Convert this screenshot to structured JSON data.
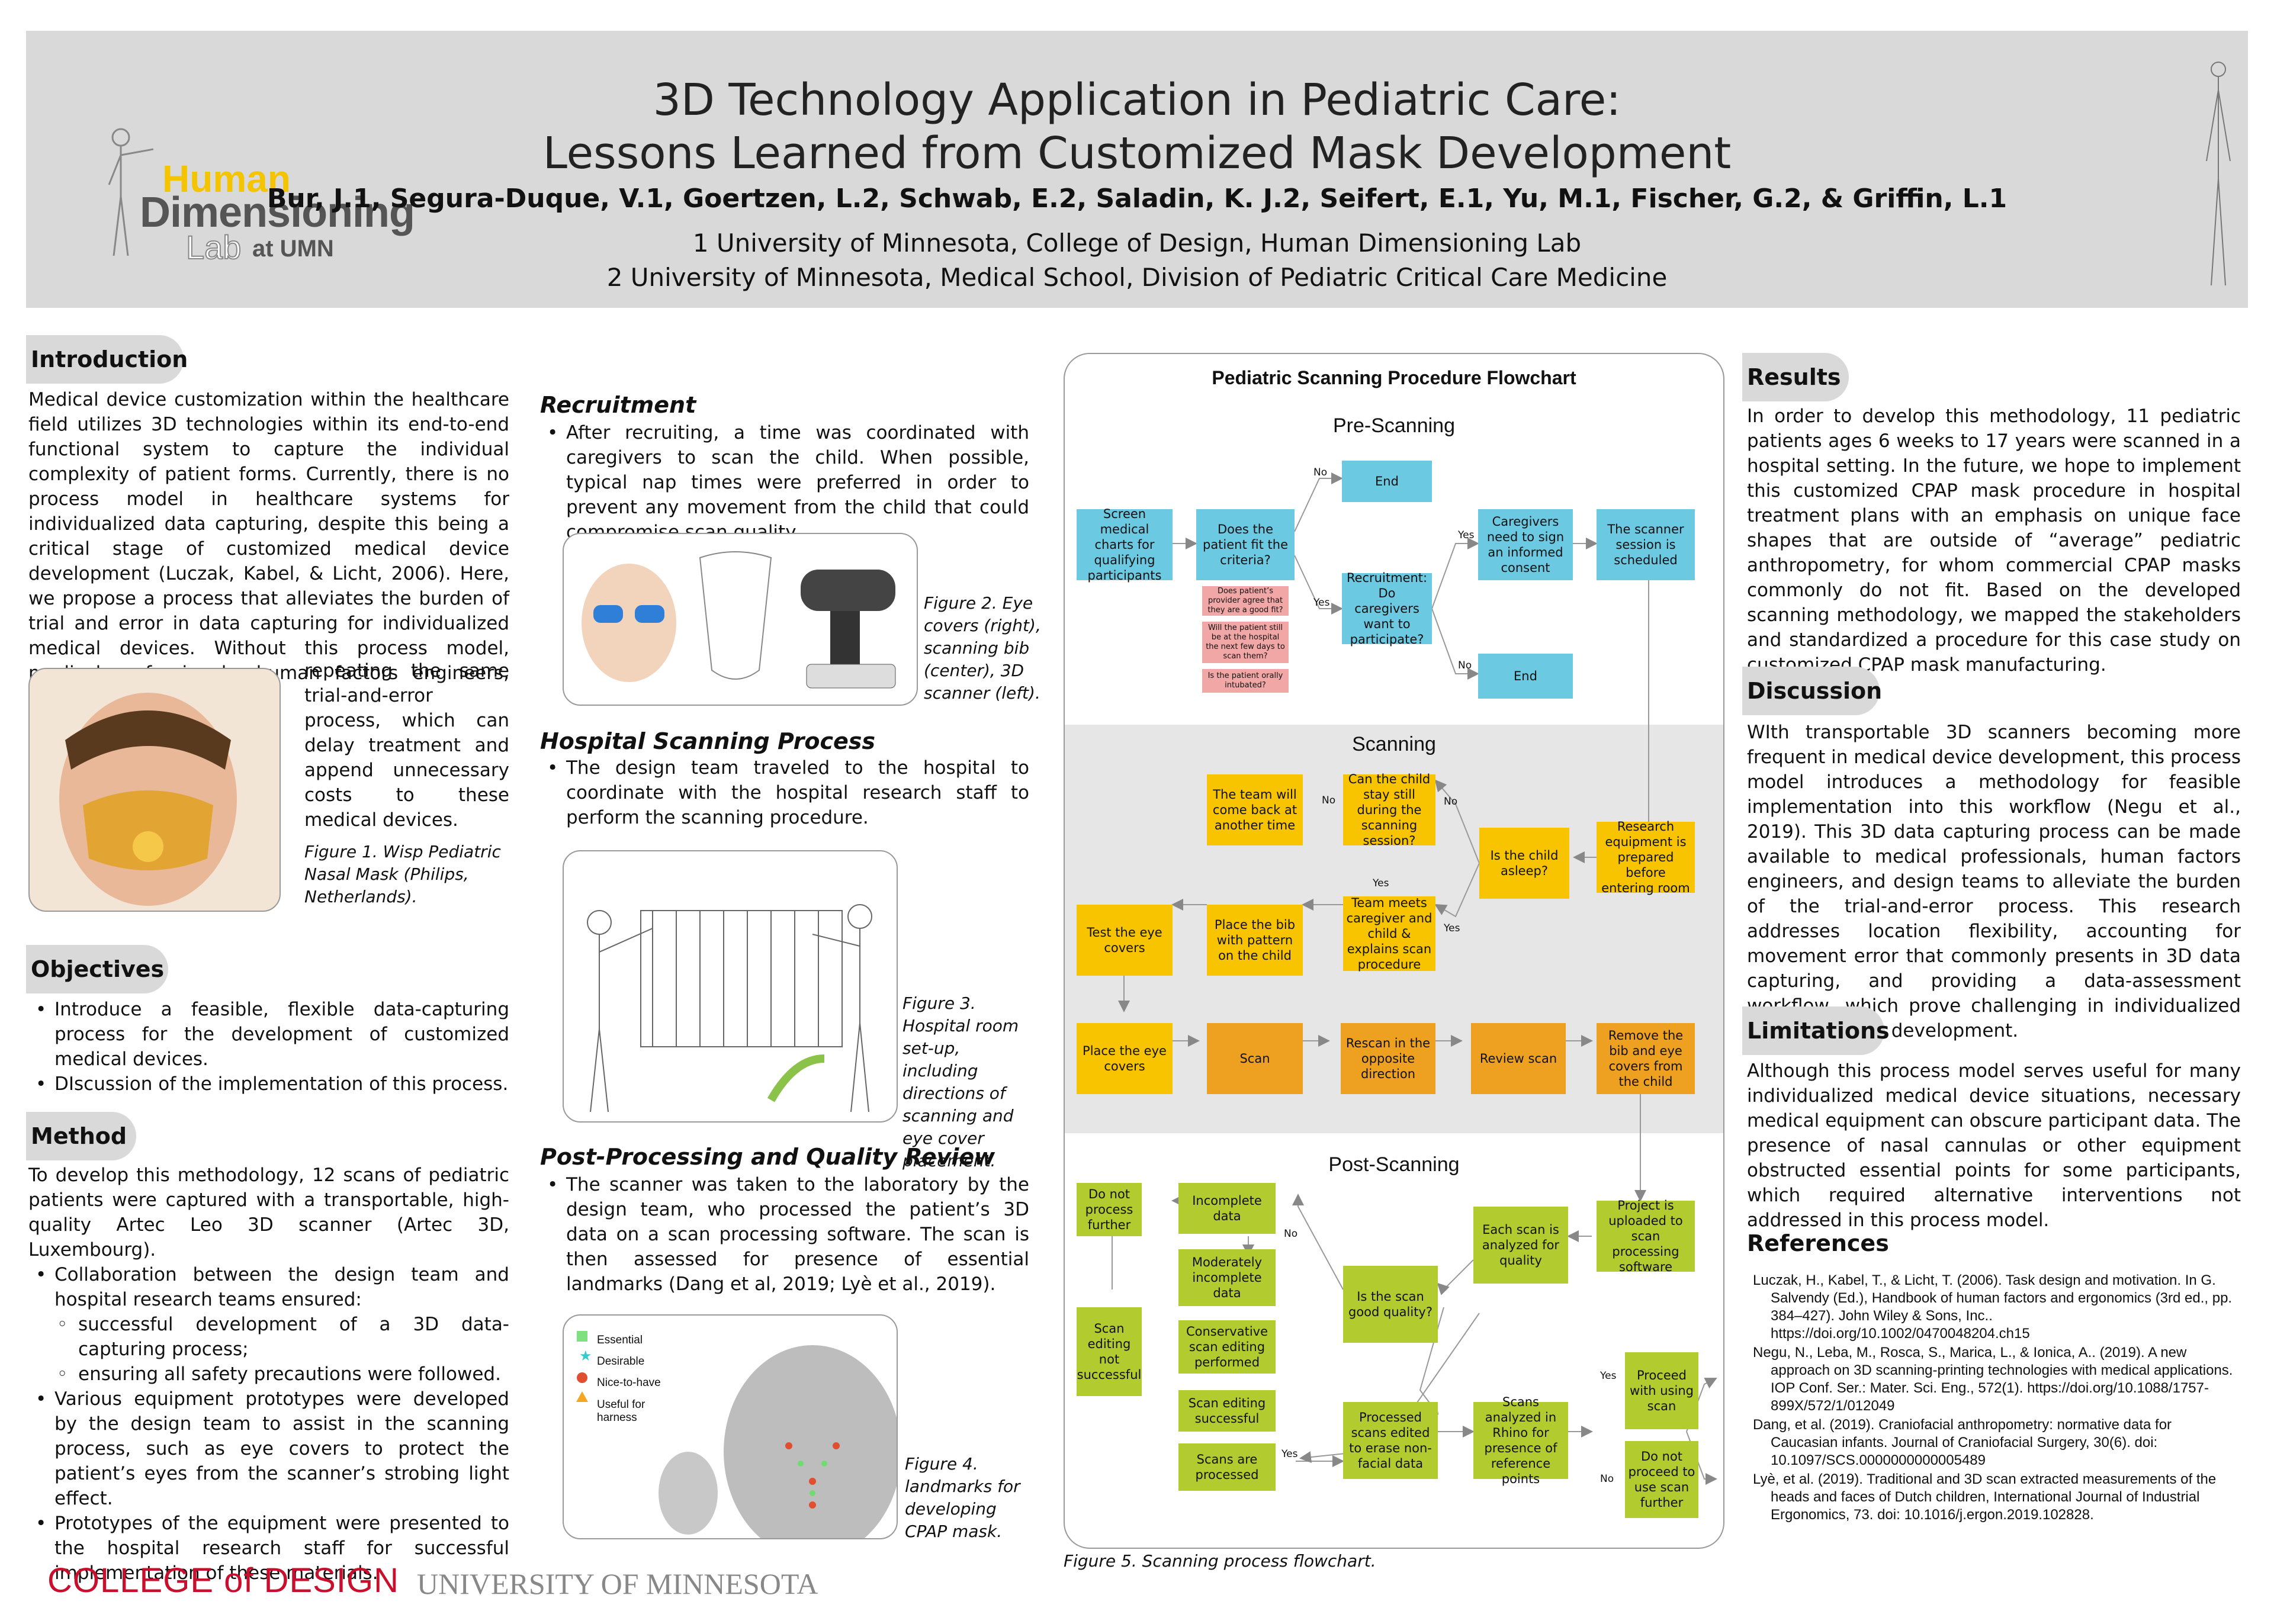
{
  "header": {
    "title_line1": "3D Technology Application in Pediatric Care:",
    "title_line2": "Lessons Learned from Customized Mask Development",
    "authors": "Bur, J.1, Segura-Duque, V.1, Goertzen, L.2, Schwab, E.2, Saladin, K. J.2, Seifert, E.1, Yu, M.1, Fischer, G.2, & Griffin, L.1",
    "affiliation1": "1 University of Minnesota, College of Design, Human Dimensioning Lab",
    "affiliation2": "2 University of Minnesota, Medical School, Division of Pediatric Critical Care Medicine",
    "logo": {
      "line1": "Human",
      "line2": "Dimensioning",
      "line3": "Lab",
      "line4": "at UMN"
    }
  },
  "intro": {
    "heading": "Introduction",
    "text_top": "Medical device customization within the healthcare field utilizes 3D technologies within its end-to-end functional system to capture the individual complexity of patient forms. Currently, there is no process model in healthcare systems for individualized data capturing, despite this being a critical stage of customized medical device development (Luczak, Kabel, & Licht, 2006). Here, we propose a process that alleviates the burden of trial and error in data capturing for individualized medical devices. Without this process model, medical professionals, human factors engineers, and design teams are left",
    "text_right": "repeating the same trial-and-error process, which can delay treatment and append unnecessary costs to these medical devices.",
    "fig1_caption": "Figure 1. Wisp Pediatric Nasal Mask (Philips, Netherlands)."
  },
  "objectives": {
    "heading": "Objectives",
    "items": [
      "Introduce a feasible, flexible data-capturing process for the development of customized medical devices.",
      "DIscussion of the implementation of this process."
    ]
  },
  "method": {
    "heading": "Method",
    "text": "To develop this methodology, 12 scans of pediatric patients were captured with a transportable, high-quality Artec Leo 3D scanner (Artec 3D, Luxembourg).",
    "b1": "Collaboration between the design team and hospital research teams ensured:",
    "s1": "successful development of a 3D data-capturing process;",
    "s2": "ensuring all safety precautions were followed.",
    "b2": "Various equipment prototypes were developed by the design team to assist in the scanning process, such as eye covers to protect the patient’s eyes from the scanner’s strobing light effect.",
    "b3": "Prototypes of the equipment were presented to the hospital research staff for successful implementation of these materials."
  },
  "recruit": {
    "heading": "Recruitment",
    "item": "After recruiting, a time was coordinated with caregivers to scan the child. When possible, typical nap times were preferred in order to prevent any movement from the child that could compromise scan quality.",
    "fig2": "Figure 2. Eye covers (right), scanning bib (center), 3D scanner (left)."
  },
  "hospital": {
    "heading": "Hospital Scanning Process",
    "item": "The design team traveled to the hospital to coordinate with the hospital research staff to perform the scanning procedure.",
    "fig3": "Figure 3. Hospital room set-up, including directions of scanning and eye cover placement."
  },
  "post": {
    "heading": "Post-Processing and Quality Review",
    "item": "The scanner was taken to the laboratory by the design team, who processed the patient’s 3D data on a scan processing software. The scan is then assessed for presence of essential landmarks (Dang et al, 2019; Lyè et al., 2019).",
    "fig4": "Figure 4. landmarks for developing CPAP mask.",
    "legend": [
      "Essential",
      "Desirable",
      "Nice-to-have",
      "Useful for harness"
    ]
  },
  "flow": {
    "title": "Pediatric Scanning Procedure Flowchart",
    "pre": "Pre-Scanning",
    "scan": "Scanning",
    "postscan": "Post-Scanning",
    "caption": "Figure 5.  Scanning process flowchart.",
    "b": {
      "screen": "Screen medical charts for qualifying participants",
      "fit": "Does the patient fit the criteria?",
      "end1": "End",
      "recruit": "Recruitment: Do caregivers want to participate?",
      "consent": "Caregivers need to sign an informed consent",
      "scheduled": "The scanner session is scheduled",
      "end2": "End",
      "q1": "Does patient’s provider agree that they are a good fit?",
      "q2": "Will the patient still be at the hospital the next few days to scan them?",
      "q3": "Is the patient orally intubated?",
      "comeback": "The team will come back at another time",
      "staystill": "Can the child stay still during the scanning session?",
      "asleep": "Is the child asleep?",
      "prepared": "Research equipment is prepared before entering room",
      "testeye": "Test the eye covers",
      "bib": "Place the bib with pattern on the child",
      "meets": "Team meets caregiver and child & explains scan procedure",
      "placeeye": "Place the eye covers",
      "scanb": "Scan",
      "rescan": "Rescan in the opposite direction",
      "review": "Review scan",
      "remove": "Remove the bib and eye covers from the child",
      "noproc": "Do not process further",
      "incomplete": "Incomplete data",
      "moderate": "Moderately incomplete data",
      "conservative": "Conservative scan editing performed",
      "success": "Scan editing successful",
      "processed": "Scans are processed",
      "editfail": "Scan editing not successful",
      "quality": "Is the scan good quality?",
      "analyzed": "Each scan is analyzed for quality",
      "uploaded": "Project is uploaded to scan processing software",
      "erase": "Processed scans edited to erase non-facial data",
      "rhino": "Scans analyzed in Rhino for presence of reference points",
      "proceed": "Proceed with using scan",
      "donot": "Do not proceed to use scan further"
    },
    "l": {
      "no": "No",
      "yes": "Yes"
    }
  },
  "results": {
    "heading": "Results",
    "text": "In order to develop this methodology, 11 pediatric patients ages 6 weeks to 17 years were scanned in a hospital setting. In the future, we hope to implement this customized CPAP mask procedure in hospital treatment plans with an emphasis on unique face shapes that are outside of “average” pediatric anthropometry, for whom commercial CPAP masks commonly do not fit. Based on the developed scanning methodology, we mapped the stakeholders and standardized a procedure for this case study on customized CPAP mask manufacturing."
  },
  "discussion": {
    "heading": "Discussion",
    "text": "WIth transportable 3D scanners becoming more frequent in medical device development, this process model introduces a methodology for feasible implementation into this workflow (Negu et al., 2019). This 3D data capturing process can be made available to medical professionals, human factors engineers, and design teams to alleviate the burden of the trial-and-error process. This research addresses location flexibility, accounting for movement error that commonly presents in 3D data capturing, and providing a  data-assessment workflow, which prove challenging in individualized medical device development."
  },
  "limitations": {
    "heading": "Limitations",
    "text": "Although this process model serves useful for many individualized medical device situations, necessary medical equipment can obscure participant data. The presence of nasal cannulas or other equipment obstructed essential points for some participants, which required alternative interventions not addressed in this process model."
  },
  "references": {
    "heading": "References",
    "items": [
      "Luczak, H., Kabel, T., & Licht, T. (2006). Task design and motivation. In G. Salvendy (Ed.), Handbook of human factors and ergonomics (3rd ed., pp. 384–427). John Wiley & Sons, Inc.. https://doi.org/10.1002/0470048204.ch15",
      "Negu, N., Leba, M., Rosca, S., Marica, L., & Ionica, A.. (2019). A new approach on 3D scanning-printing technologies with medical applications. IOP Conf. Ser.: Mater. Sci. Eng., 572(1). https://doi.org/10.1088/1757-899X/572/1/012049",
      "Dang, et al. (2019). Craniofacial anthropometry: normative data for Caucasian infants. Journal of Craniofacial Surgery, 30(6). doi: 10.1097/SCS.0000000000005489",
      "Lyè, et al. (2019). Traditional and 3D scan extracted measurements of the heads and faces of Dutch children, International Journal of Industrial Ergonomics, 73. doi: 10.1016/j.ergon.2019.102828."
    ]
  },
  "footer": {
    "college": "COLLEGE of DESIGN",
    "university": "UNIVERSITY OF MINNESOTA"
  }
}
